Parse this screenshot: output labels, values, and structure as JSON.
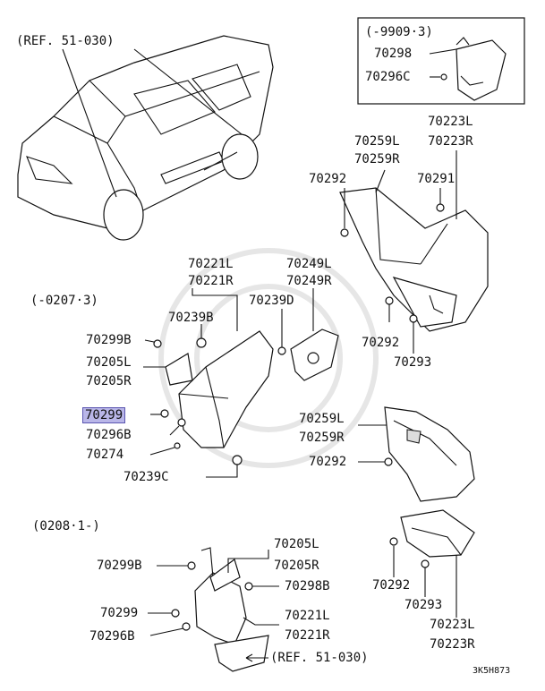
{
  "diagram_code": "3K5H873",
  "refs": {
    "top_left": "(REF. 51-030)",
    "bottom": "(REF. 51-030)"
  },
  "inset": {
    "range": "(-9909·3)",
    "parts": [
      "70298",
      "70296C"
    ]
  },
  "groups": {
    "early": "(-0207·3)",
    "late": "(0208·1-)"
  },
  "labels": {
    "p70223L_a": "70223L",
    "p70223R_a": "70223R",
    "p70259L_a": "70259L",
    "p70259R_a": "70259R",
    "p70292_a": "70292",
    "p70291": "70291",
    "p70221L_a": "70221L",
    "p70221R_a": "70221R",
    "p70249L": "70249L",
    "p70249R": "70249R",
    "p70239D": "70239D",
    "p70239B": "70239B",
    "p70299B_a": "70299B",
    "p70205L_a": "70205L",
    "p70205R_a": "70205R",
    "p70292_b": "70292",
    "p70293_a": "70293",
    "p70299_a": "70299",
    "p70296B_a": "70296B",
    "p70274": "70274",
    "p70239C": "70239C",
    "p70259L_b": "70259L",
    "p70259R_b": "70259R",
    "p70292_c": "70292",
    "p70205L_b": "70205L",
    "p70205R_b": "70205R",
    "p70299B_b": "70299B",
    "p70298B": "70298B",
    "p70292_d": "70292",
    "p70293_b": "70293",
    "p70299_b": "70299",
    "p70221L_b": "70221L",
    "p70221R_b": "70221R",
    "p70223L_b": "70223L",
    "p70223R_b": "70223R",
    "p70296B_b": "70296B"
  },
  "highlight": {
    "part": "70299",
    "color": "#b9b6e8"
  }
}
